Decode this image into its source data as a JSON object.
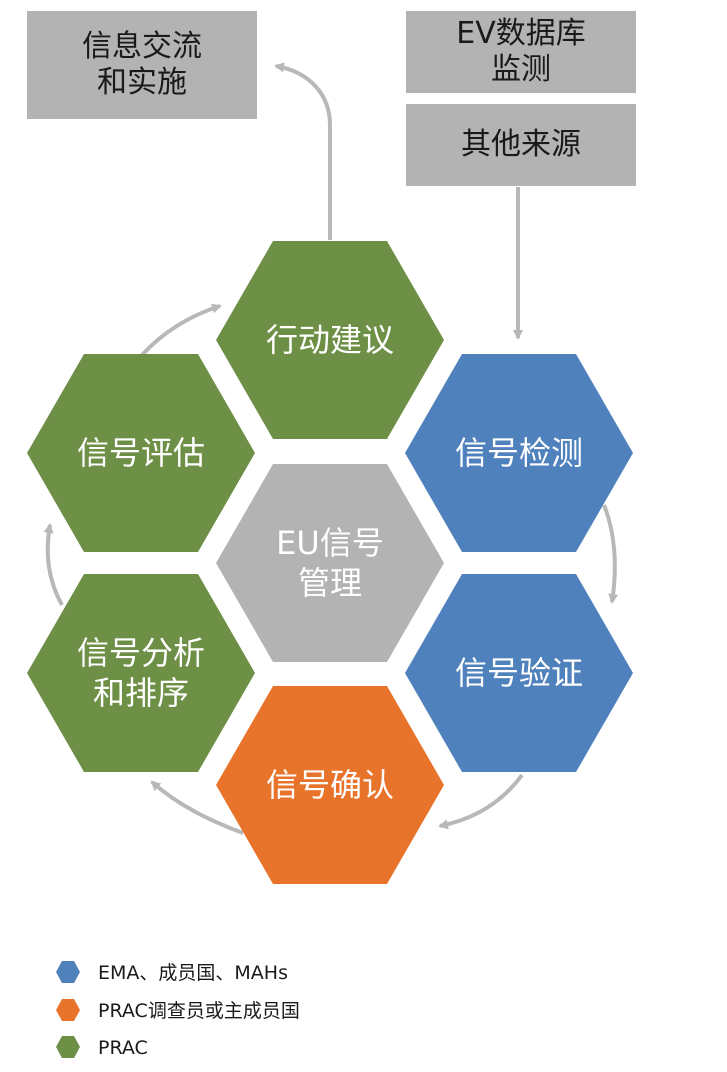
{
  "colors": {
    "blue": "#4f81bd",
    "orange": "#e8732a",
    "green": "#6e8f46",
    "gray_center": "#b3b3b3",
    "gray_box": "#b3b3b3",
    "arrow": "#b8b8b8"
  },
  "boxes": {
    "info": "信息交流\n和实施",
    "ev": "EV数据库\n监测",
    "other": "其他来源"
  },
  "hexagons": {
    "action": {
      "lines": [
        "行动建议"
      ],
      "color": "green"
    },
    "detect": {
      "lines": [
        "信号检测"
      ],
      "color": "blue"
    },
    "validate": {
      "lines": [
        "信号验证"
      ],
      "color": "blue"
    },
    "confirm": {
      "lines": [
        "信号确认"
      ],
      "color": "orange"
    },
    "analyze": {
      "lines": [
        "信号分析",
        "和排序"
      ],
      "color": "green"
    },
    "evaluate": {
      "lines": [
        "信号评估"
      ],
      "color": "green"
    },
    "center": {
      "lines": [
        "EU信号",
        "管理"
      ],
      "color": "gray_center"
    }
  },
  "legend": [
    {
      "label": "EMA、成员国、MAHs",
      "color": "blue"
    },
    {
      "label": "PRAC调查员或主成员国",
      "color": "orange"
    },
    {
      "label": "PRAC",
      "color": "green"
    }
  ]
}
